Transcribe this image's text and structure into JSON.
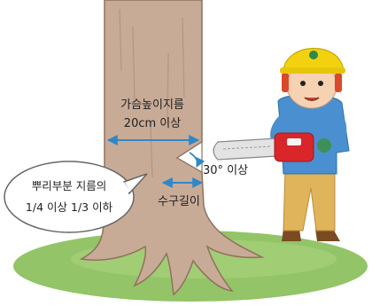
{
  "labels": {
    "dbh_line1": "가슴높이지름",
    "dbh_line2": "20cm 이상",
    "angle": "30° 이상",
    "root_line1": "뿌리부분 지름의",
    "root_line2": "1/4 이상 1/3 이하",
    "notch_depth": "수구길이"
  },
  "colors": {
    "bark": "#c8ab96",
    "bark_dark": "#a88872",
    "grass": "#93c468",
    "arrow": "#2f87c8",
    "helmet": "#f2d20e",
    "shirt": "#4a8fd0",
    "pants": "#e0b45a",
    "chainsaw": "#d9262b"
  }
}
